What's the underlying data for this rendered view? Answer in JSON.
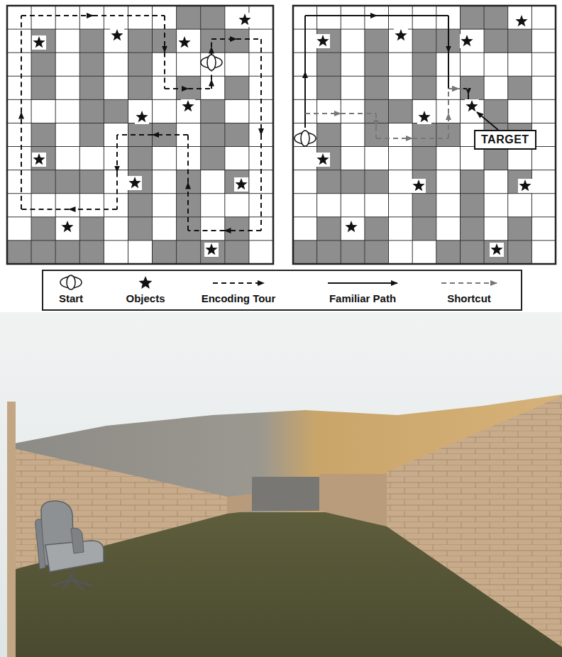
{
  "diagram": {
    "nodes": [
      {
        "text": [
          "TARGET"
        ]
      }
    ],
    "legend": [
      {
        "text": "Start"
      },
      {
        "text": "Objects"
      },
      {
        "text": "Encoding Tour"
      },
      {
        "text": "Familiar Path"
      },
      {
        "text": "Shortcut"
      }
    ]
  }
}
